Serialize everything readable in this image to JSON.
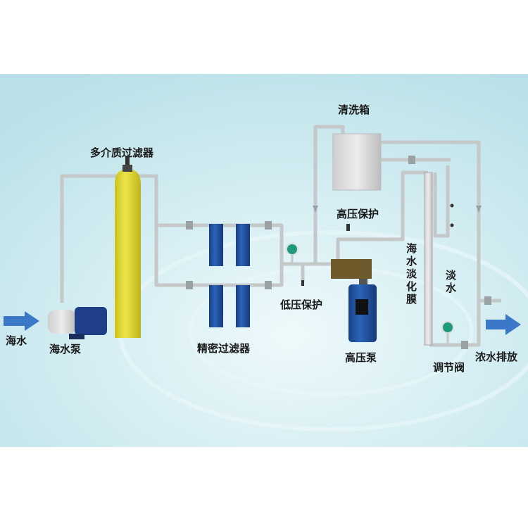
{
  "title": "海水淡化工艺流程",
  "labels": {
    "cleaning_tank": "清洗箱",
    "multimedia_filter": "多介质过滤器",
    "high_pressure_protection": "高压保护",
    "low_pressure_protection": "低压保护",
    "seawater_inlet": "海水",
    "seawater_pump": "海水泵",
    "precision_filter": "精密过滤器",
    "high_pressure_pump": "高压泵",
    "regulating_valve": "调节阀",
    "concentrate_discharge": "浓水排放",
    "desalination_membrane": "海水淡化膜",
    "fresh_water": "淡水"
  },
  "colors": {
    "background": "#d6eef2",
    "pipe": "#c9cccd",
    "tank": "#e4dc3a",
    "filter": "#2357a8",
    "arrow": "#3b78c8"
  }
}
